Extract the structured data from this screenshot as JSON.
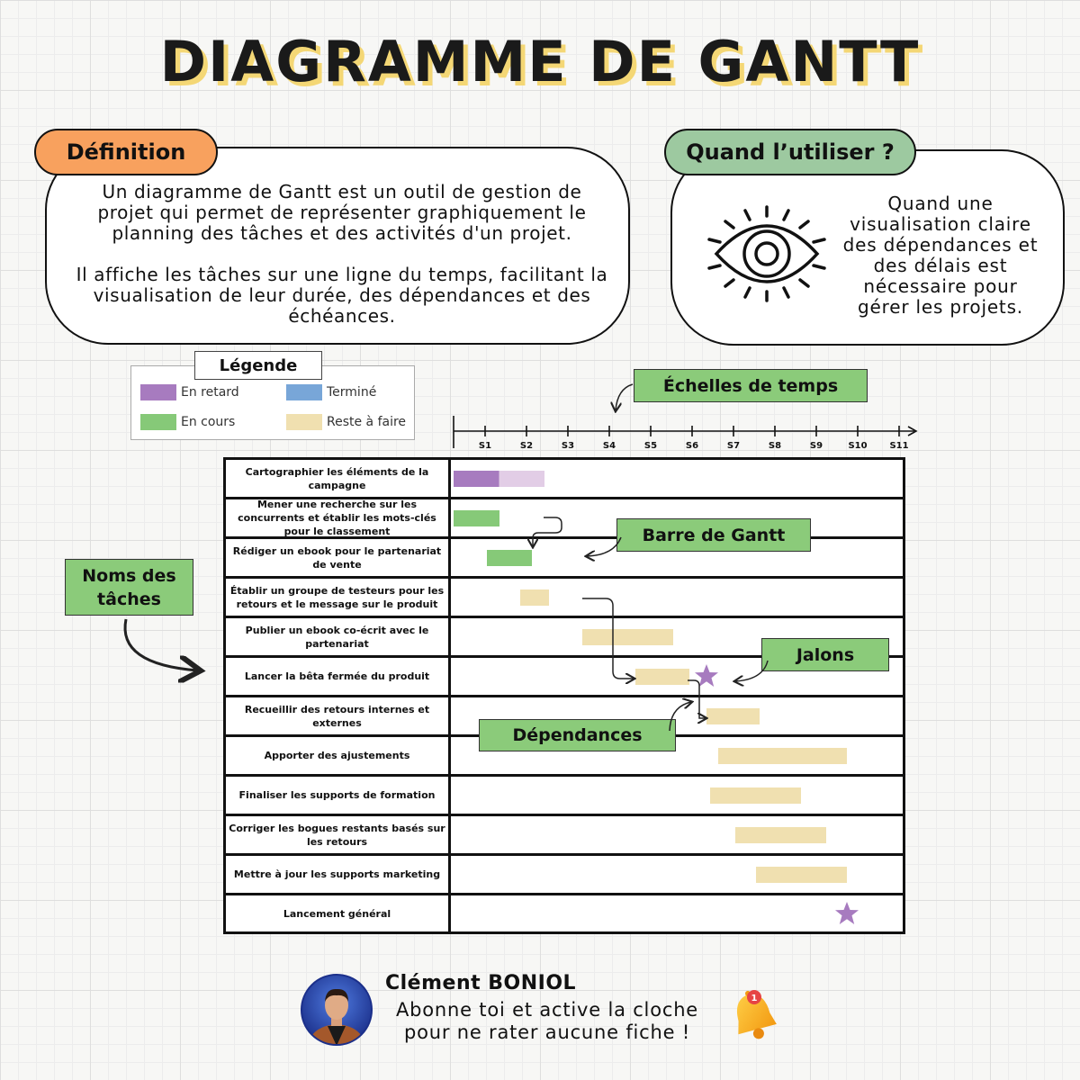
{
  "title": "DIAGRAMME DE GANTT",
  "definition": {
    "tab_label": "Définition",
    "paragraph1": "Un diagramme de Gantt est un outil de gestion de projet qui permet de représenter graphiquement le planning des tâches et des activités d'un projet.",
    "paragraph2": "Il affiche les tâches sur une ligne du temps, facilitant la visualisation de leur durée, des dépendances et des échéances."
  },
  "when": {
    "tab_label": "Quand l’utiliser ?",
    "text": "Quand une visualisation claire des dépendances et des délais est nécessaire pour gérer les projets.",
    "icon": "eye-icon"
  },
  "legend": {
    "title": "Légende",
    "items": [
      {
        "label": "En retard",
        "color": "#a77bbf"
      },
      {
        "label": "Terminé",
        "color": "#78a6d8"
      },
      {
        "label": "En cours",
        "color": "#86c978"
      },
      {
        "label": "Reste à faire",
        "color": "#f0e0b0"
      }
    ]
  },
  "callouts": {
    "time_scale": "Échelles de temps",
    "gantt_bar": "Barre de Gantt",
    "task_names": "Noms des tâches",
    "milestones": "Jalons",
    "dependencies": "Dépendances"
  },
  "timeline": {
    "weeks": [
      "S1",
      "S2",
      "S3",
      "S4",
      "S5",
      "S6",
      "S7",
      "S8",
      "S9",
      "S10",
      "S11"
    ]
  },
  "tasks": [
    {
      "name": "Cartographier les éléments de la campagne",
      "status": "En retard",
      "start": 0,
      "end": 2.2,
      "done_until": 1.1
    },
    {
      "name": "Mener une recherche sur les concurrents et établir les mots-clés pour le classement",
      "status": "En cours",
      "start": 0,
      "end": 1.1
    },
    {
      "name": "Rédiger un ebook pour le partenariat de vente",
      "status": "En cours",
      "start": 0.8,
      "end": 1.9
    },
    {
      "name": "Établir un groupe de testeurs  pour les retours et le message sur le produit",
      "status": "Reste à faire",
      "start": 1.6,
      "end": 2.3
    },
    {
      "name": "Publier un ebook co-écrit avec le partenariat",
      "status": "Reste à faire",
      "start": 3.1,
      "end": 5.3
    },
    {
      "name": "Lancer la bêta fermée du produit",
      "status": "Reste à faire",
      "start": 4.4,
      "end": 5.7,
      "milestone": 6.1
    },
    {
      "name": "Recueillir des retours internes et externes",
      "status": "Reste à faire",
      "start": 6.1,
      "end": 7.4
    },
    {
      "name": "Apporter des ajustements",
      "status": "Reste à faire",
      "start": 6.4,
      "end": 9.5
    },
    {
      "name": "Finaliser les supports de formation",
      "status": "Reste à faire",
      "start": 6.2,
      "end": 8.4
    },
    {
      "name": "Corriger les bogues restants basés sur les retours",
      "status": "Reste à faire",
      "start": 6.8,
      "end": 9.0
    },
    {
      "name": "Mettre à jour les supports marketing",
      "status": "Reste à faire",
      "start": 7.3,
      "end": 9.5
    },
    {
      "name": "Lancement général",
      "status": "Reste à faire",
      "milestone": 9.5
    }
  ],
  "status_colors": {
    "En retard": "#a77bbf",
    "En retard_light": "#e2cde6",
    "Terminé": "#78a6d8",
    "En cours": "#86c978",
    "Reste à faire": "#f0e0b0",
    "milestone": "#a77bbf"
  },
  "author": {
    "name": "Clément BONIOL",
    "cta": "Abonne toi et active la cloche pour ne rater aucune fiche !",
    "notification_count": "1"
  }
}
